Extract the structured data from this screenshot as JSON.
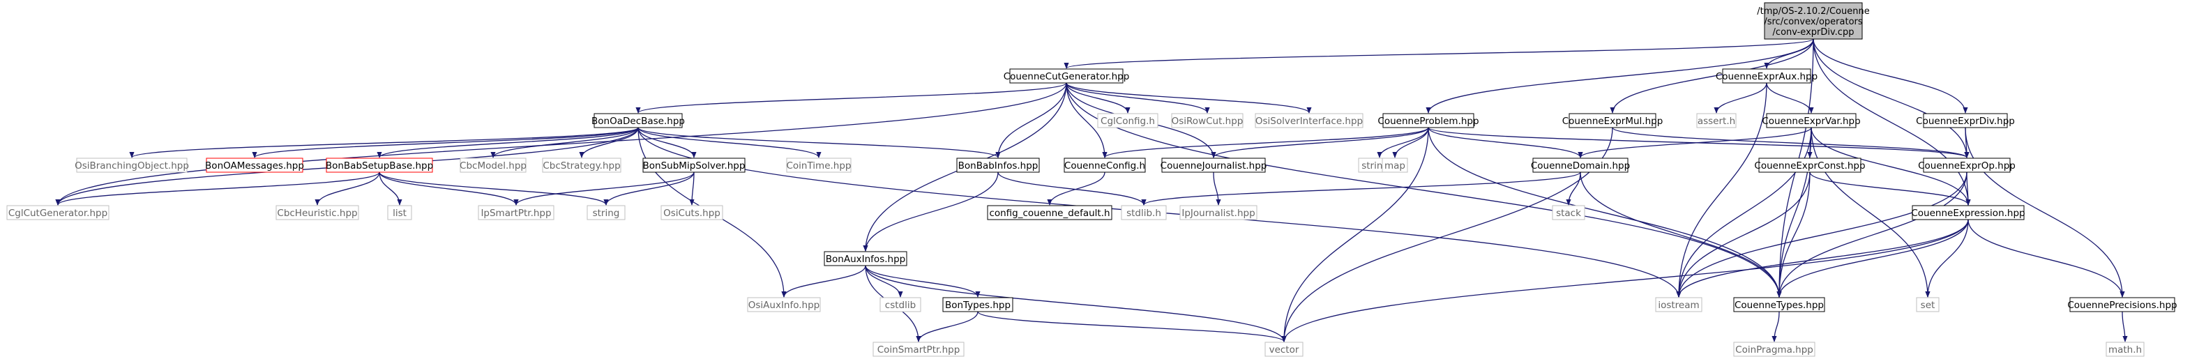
{
  "root": {
    "lines": [
      "/tmp/OS-2.10.2/Couenne",
      "/src/convex/operators",
      "/conv-exprDiv.cpp"
    ]
  },
  "nodes": {
    "n_cutgen": {
      "label": "CouenneCutGenerator.hpp"
    },
    "n_exprAux": {
      "label": "CouenneExprAux.hpp"
    },
    "n_problem": {
      "label": "CouenneProblem.hpp"
    },
    "n_exprMul": {
      "label": "CouenneExprMul.hpp"
    },
    "n_exprDiv": {
      "label": "CouenneExprDiv.hpp"
    },
    "n_exprVar": {
      "label": "CouenneExprVar.hpp"
    },
    "n_assert": {
      "label": "assert.h"
    },
    "n_bonOsDec": {
      "label": "BonOaDecBase.hpp"
    },
    "n_cglConfig": {
      "label": "CglConfig.h"
    },
    "n_osiRowCut": {
      "label": "OsiRowCut.hpp"
    },
    "n_osiSolverIf": {
      "label": "OsiSolverInterface.hpp"
    },
    "n_osiBranch": {
      "label": "OsiBranchingObject.hpp"
    },
    "n_bonOAMsg": {
      "label": "BonOAMessages.hpp"
    },
    "n_bonBabSetup": {
      "label": "BonBabSetupBase.hpp"
    },
    "n_cbcModel": {
      "label": "CbcModel.hpp"
    },
    "n_cbcStrategy": {
      "label": "CbcStrategy.hpp"
    },
    "n_bonSubMip": {
      "label": "BonSubMipSolver.hpp"
    },
    "n_coinTime": {
      "label": "CoinTime.hpp"
    },
    "n_bonBabInfos": {
      "label": "BonBabInfos.hpp"
    },
    "n_couConfig": {
      "label": "CouenneConfig.h"
    },
    "n_couJournalist": {
      "label": "CouenneJournalist.hpp"
    },
    "n_stringh": {
      "label": "string.h"
    },
    "n_map": {
      "label": "map"
    },
    "n_couDomain": {
      "label": "CouenneDomain.hpp"
    },
    "n_exprConst": {
      "label": "CouenneExprConst.hpp"
    },
    "n_exprOp": {
      "label": "CouenneExprOp.hpp"
    },
    "n_cglCutGen": {
      "label": "CglCutGenerator.hpp"
    },
    "n_cbcHeur": {
      "label": "CbcHeuristic.hpp"
    },
    "n_list": {
      "label": "list"
    },
    "n_ipSmart": {
      "label": "IpSmartPtr.hpp"
    },
    "n_string": {
      "label": "string"
    },
    "n_osiCuts": {
      "label": "OsiCuts.hpp"
    },
    "n_configDefault": {
      "label": "config_couenne_default.h"
    },
    "n_stdlib": {
      "label": "stdlib.h"
    },
    "n_ipJournalist": {
      "label": "IpJournalist.hpp"
    },
    "n_stack": {
      "label": "stack"
    },
    "n_exprExpr": {
      "label": "CouenneExpression.hpp"
    },
    "n_bonAuxInfos": {
      "label": "BonAuxInfos.hpp"
    },
    "n_osiAuxInfo": {
      "label": "OsiAuxInfo.hpp"
    },
    "n_cstdlib": {
      "label": "cstdlib"
    },
    "n_bonTypes": {
      "label": "BonTypes.hpp"
    },
    "n_iostream": {
      "label": "iostream"
    },
    "n_couTypes": {
      "label": "CouenneTypes.hpp"
    },
    "n_set": {
      "label": "set"
    },
    "n_couPrec": {
      "label": "CouennePrecisions.hpp"
    },
    "n_coinSmart": {
      "label": "CoinSmartPtr.hpp"
    },
    "n_vector": {
      "label": "vector"
    },
    "n_coinPragma": {
      "label": "CoinPragma.hpp"
    },
    "n_math": {
      "label": "math.h"
    }
  },
  "colors": {
    "edge": "#191970",
    "root_fill": "#bfbfbf",
    "node_border": "#000000",
    "external_border": "#bfbfbf",
    "external_text": "#666666",
    "error_border": "#ff0000"
  }
}
